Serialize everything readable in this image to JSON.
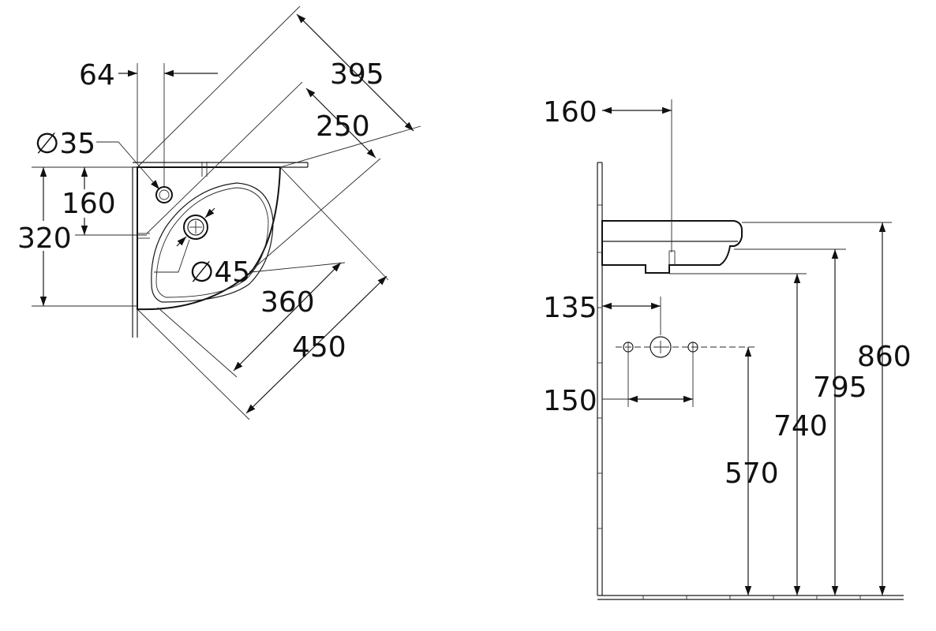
{
  "plan_view": {
    "dim_395": "395",
    "dim_250": "250",
    "dim_64": "64",
    "dim_dia35": "∅35",
    "dim_160": "160",
    "dim_320": "320",
    "dim_dia45": "∅45",
    "dim_360": "360",
    "dim_450": "450"
  },
  "side_view": {
    "dim_160": "160",
    "dim_135": "135",
    "dim_150": "150",
    "dim_860": "860",
    "dim_795": "795",
    "dim_740": "740",
    "dim_570": "570"
  }
}
